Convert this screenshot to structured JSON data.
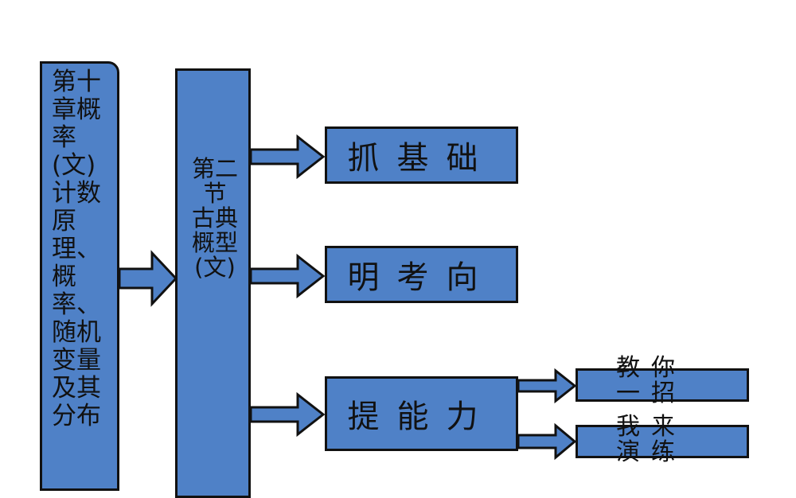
{
  "chapter": {
    "title": "第十章概率(文)计数原理、概率、随机变量及其分布"
  },
  "section": {
    "title": "第二节 古典概型(文)"
  },
  "branches": [
    {
      "label": "抓基础"
    },
    {
      "label": "明考向"
    },
    {
      "label": "提能力"
    }
  ],
  "sub_branches": [
    {
      "label": "教你一招"
    },
    {
      "label": "我来演练"
    }
  ],
  "colors": {
    "box_fill": "#4f81c7",
    "border": "#111111",
    "background": "#ffffff"
  }
}
